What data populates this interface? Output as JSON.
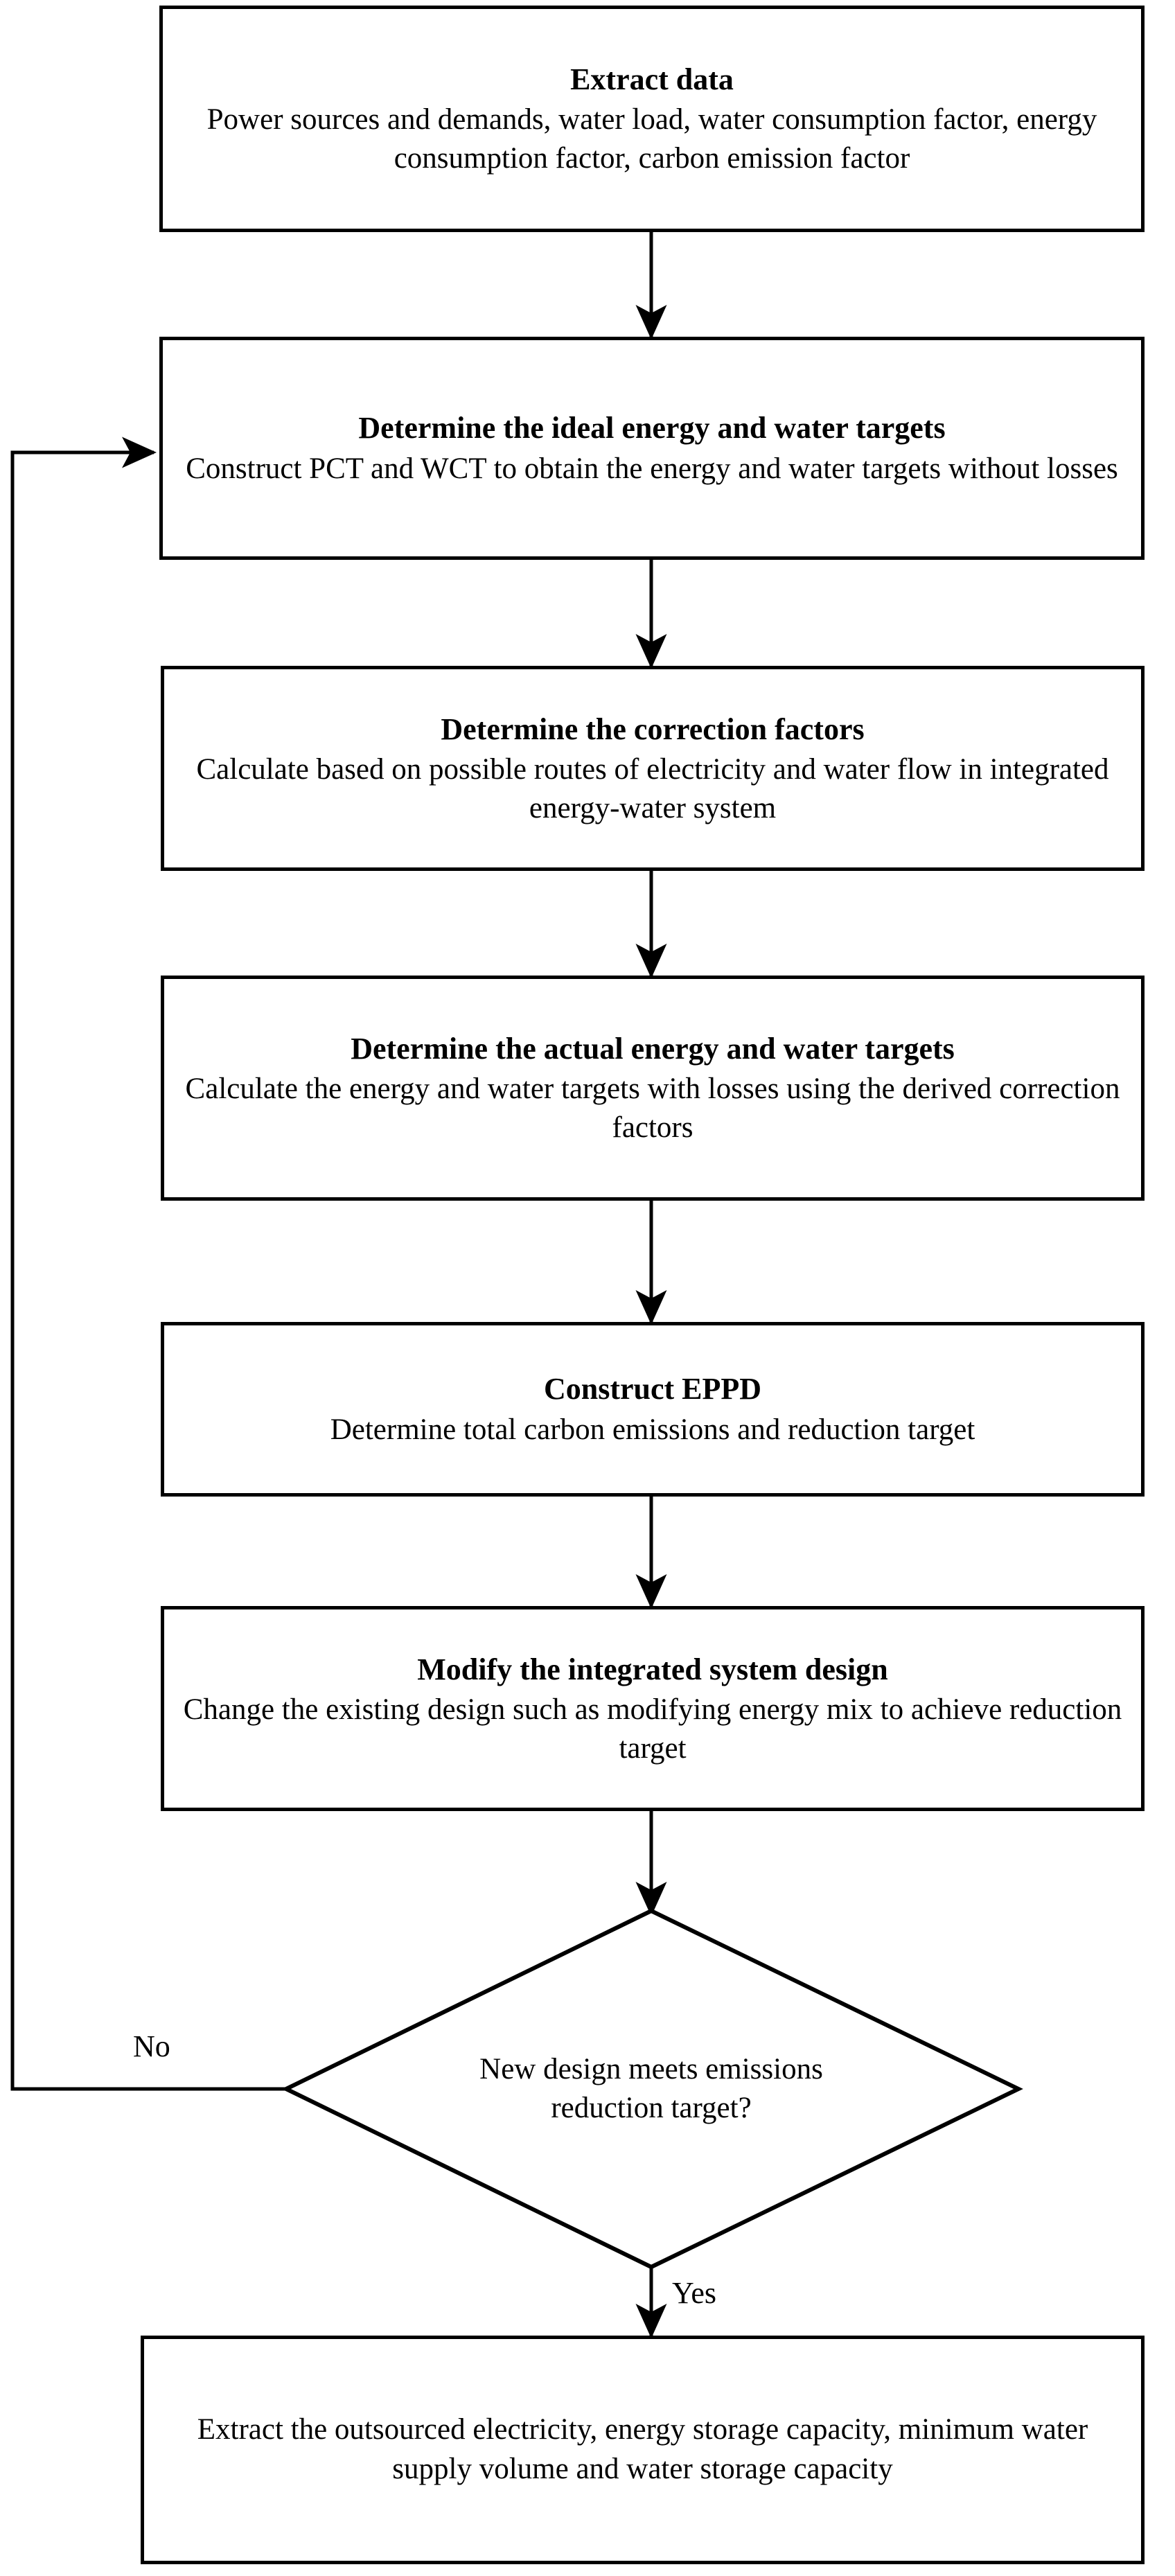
{
  "diagram": {
    "type": "flowchart",
    "orientation": "vertical",
    "stroke_color": "#000000",
    "background_color": "#ffffff",
    "nodes": [
      {
        "id": "extract-data",
        "shape": "rectangle",
        "title": "Extract data",
        "description": "Power sources and demands, water load, water consumption factor, energy consumption factor, carbon emission factor"
      },
      {
        "id": "ideal-targets",
        "shape": "rectangle",
        "title": "Determine the ideal energy and water targets",
        "description": "Construct PCT and WCT to obtain the energy and water targets without losses"
      },
      {
        "id": "correction-factors",
        "shape": "rectangle",
        "title": "Determine the correction factors",
        "description": "Calculate based on possible routes of electricity and water flow in integrated energy-water system"
      },
      {
        "id": "actual-targets",
        "shape": "rectangle",
        "title": "Determine the actual energy and water targets",
        "description": "Calculate the energy and water targets with losses using the derived correction factors"
      },
      {
        "id": "construct-eppd",
        "shape": "rectangle",
        "title": "Construct EPPD",
        "description": "Determine total carbon emissions and reduction target"
      },
      {
        "id": "modify-design",
        "shape": "rectangle",
        "title": "Modify the integrated system design",
        "description": "Change the existing design such as modifying energy mix to achieve reduction target"
      },
      {
        "id": "decision",
        "shape": "diamond",
        "title": "",
        "description": "New design meets emissions reduction target?"
      },
      {
        "id": "extract-outputs",
        "shape": "rectangle",
        "title": "",
        "description": "Extract the outsourced electricity, energy storage capacity, minimum water supply volume and water storage capacity"
      }
    ],
    "branch_labels": {
      "no": "No",
      "yes": "Yes"
    }
  }
}
